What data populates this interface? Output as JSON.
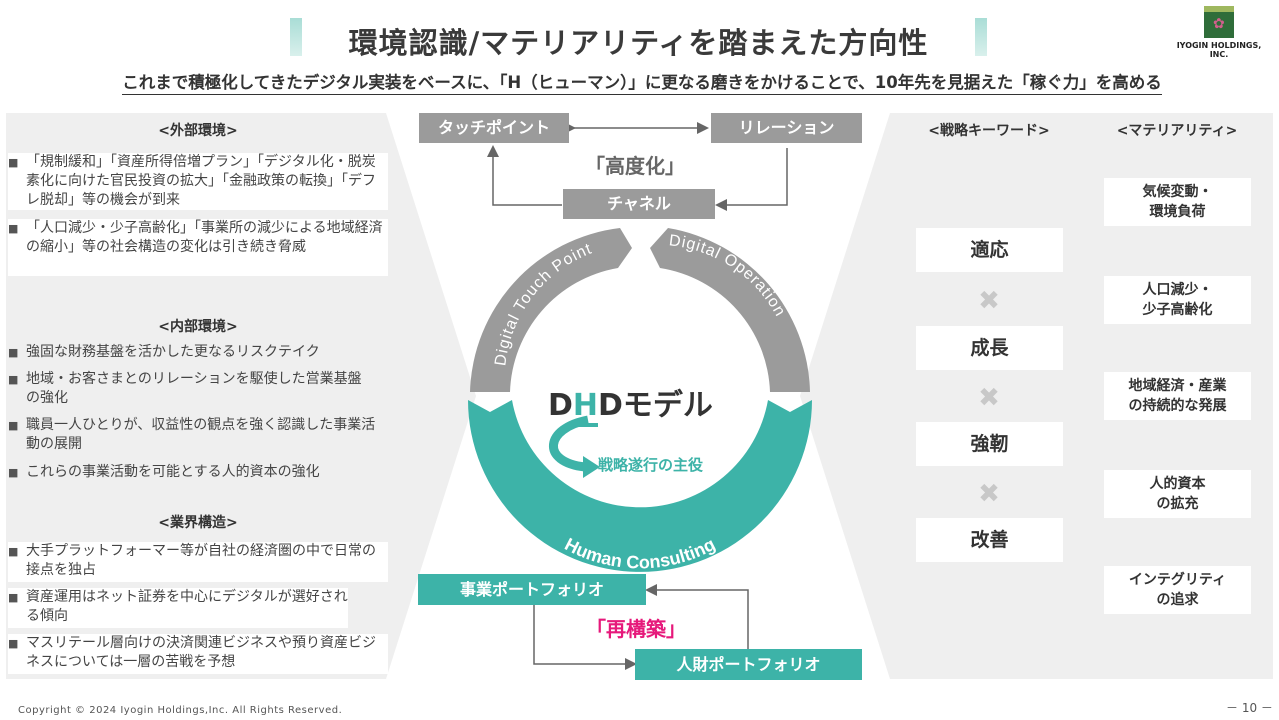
{
  "title": "環境認識/マテリアリティを踏まえた方向性",
  "logo": {
    "name": "IYOGIN HOLDINGS, INC."
  },
  "subtitle": "これまで積極化してきたデジタル実装をベースに、「H（ヒューマン）」に更なる磨きをかけることで、10年先を見据えた「稼ぐ力」を高める",
  "left": {
    "external": {
      "title": "<外部環境>",
      "bullets": [
        "「規制緩和」「資産所得倍増プラン」「デジタル化・脱炭素化に向けた官民投資の拡大」「金融政策の転換」「デフレ脱却」等の機会が到来",
        "「人口減少・少子高齢化」「事業所の減少による地域経済の縮小」等の社会構造の変化は引き続き脅威"
      ]
    },
    "internal": {
      "title": "<内部環境>",
      "bullets": [
        "強固な財務基盤を活かした更なるリスクテイク",
        "地域・お客さまとのリレーションを駆使した営業基盤の強化",
        "職員一人ひとりが、収益性の観点を強く認識した事業活動の展開",
        "これらの事業活動を可能とする人的資本の強化"
      ]
    },
    "industry": {
      "title": "<業界構造>",
      "bullets": [
        "大手プラットフォーマー等が自社の経済圏の中で日常の接点を独占",
        "資産運用はネット証券を中心にデジタルが選好される傾向",
        "マスリテール層向けの決済関連ビジネスや預り資産ビジネスについては一層の苦戦を予想"
      ]
    }
  },
  "center": {
    "touchpoint": "タッチポイント",
    "relation": "リレーション",
    "koudoka": "「高度化」",
    "channel": "チャネル",
    "arc_left": "Digital Touch Point",
    "arc_right": "Digital Operation",
    "arc_bottom": "Human Consulting",
    "model_d1": "D",
    "model_h": "H",
    "model_d2": "Dモデル",
    "strategy": "戦略遂行の主役",
    "business_portfolio": "事業ポートフォリオ",
    "saikouchiku": "「再構築」",
    "hr_portfolio": "人財ポートフォリオ"
  },
  "right": {
    "keywords_head": "<戦略キーワード>",
    "materiality_head": "<マテリアリティ>",
    "keywords": [
      "適応",
      "成長",
      "強靭",
      "改善"
    ],
    "materiality": [
      [
        "気候変動・",
        "環境負荷"
      ],
      [
        "人口減少・",
        "少子高齢化"
      ],
      [
        "地域経済・産業",
        "の持続的な発展"
      ],
      [
        "人的資本",
        "の拡充"
      ],
      [
        "インテグリティ",
        "の追求"
      ]
    ]
  },
  "footer": "Copyright © 2024  Iyogin Holdings,Inc. All Rights Reserved.",
  "page": "－ 10 －",
  "colors": {
    "teal": "#3db3a8",
    "grey": "#9b9b9b",
    "pink": "#e6197b",
    "panel": "#efefef"
  }
}
